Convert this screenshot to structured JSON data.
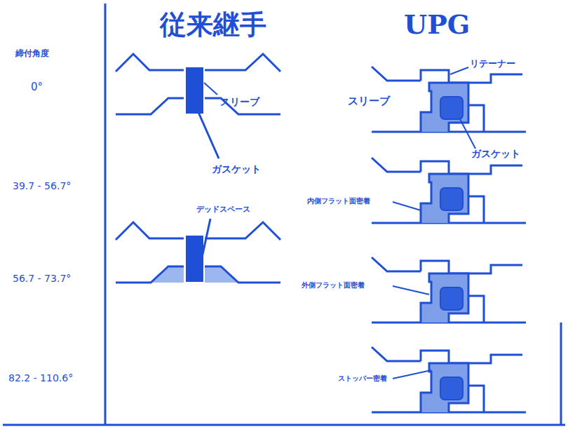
{
  "diagram": {
    "labels": [
      "従来継手",
      "UPG",
      "締付角度",
      "0°",
      "リテーナー",
      "スリーブ",
      "スリーブ",
      "ガスケット",
      "ガスケット",
      "39.7 - 56.7°",
      "内側フラット面密着",
      "デッドスペース",
      "56.7 - 73.7°",
      "外側フラット面密着",
      "82.2 - 110.6°",
      "ストッパー密着"
    ]
  }
}
